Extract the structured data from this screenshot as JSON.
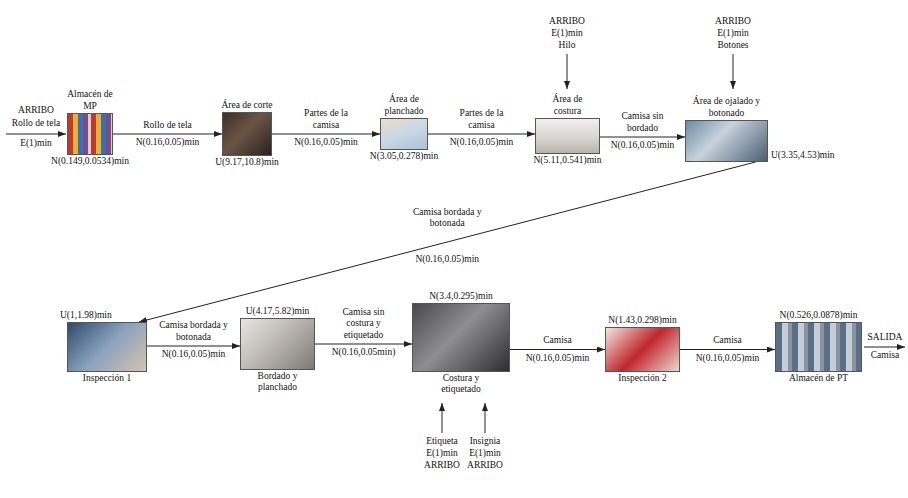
{
  "diagram": {
    "nodes": [
      {
        "text": [
          "Almacén de MP",
          "N(0.149,0.0534)min"
        ]
      },
      {
        "text": [
          "Área de corte",
          "U(9.17,10.8)min"
        ]
      },
      {
        "text": [
          "Área de planchado",
          "N(3.05,0.278)min"
        ]
      },
      {
        "text": [
          "Área de costura",
          "N(5.11,0.541)min"
        ]
      },
      {
        "text": [
          "Área de ojalado y botonado",
          "U(3.35,4.53)min"
        ]
      },
      {
        "text": [
          "U(1,1.98)min",
          "Inspección 1"
        ]
      },
      {
        "text": [
          "U(4.17,5.82)min",
          "Bordado y planchado"
        ]
      },
      {
        "text": [
          "N(3.4,0.295)min",
          "Costura y etiquetado"
        ]
      },
      {
        "text": [
          "N(1.43,0.298)min",
          "Inspección 2"
        ]
      },
      {
        "text": [
          "N(0.526,0.0878)min",
          "Almacén de PT"
        ]
      }
    ],
    "edges": [
      {
        "from": 0,
        "to": 1,
        "arrow": "to",
        "label": "Rollo de tela"
      },
      {
        "from": 1,
        "to": 2,
        "arrow": "to",
        "label": "Partes de la camisa"
      },
      {
        "from": 2,
        "to": 3,
        "arrow": "to",
        "label": "Partes de la camisa"
      },
      {
        "from": 3,
        "to": 4,
        "arrow": "to",
        "label": "Camisa sin bordado"
      },
      {
        "from": 4,
        "to": 5,
        "arrow": "to",
        "label": "Camisa bordada y botonada"
      },
      {
        "from": 5,
        "to": 6,
        "arrow": "to",
        "label": "Camisa bordada y botonada"
      },
      {
        "from": 6,
        "to": 7,
        "arrow": "to",
        "label": "Camisa sin costura y etiquetado"
      },
      {
        "from": 7,
        "to": 8,
        "arrow": "to",
        "label": "Camisa"
      },
      {
        "from": 8,
        "to": 9,
        "arrow": "to",
        "label": "Camisa"
      }
    ],
    "labels": [
      "ARRIBO",
      "Rollo de tela",
      "E(1)min",
      "ARRIBO",
      "E(1)min",
      "Hilo",
      "ARRIBO",
      "E(1)min",
      "Botones",
      "N(0.16,0.05)min",
      "N(0.16,0.05)min",
      "N(0.16,0.05)min",
      "N(0.16,0.05)min",
      "N(0.16,0.05)min",
      "N(0.16,0.05)min",
      "N(0.16,0.05min)",
      "N(0.16,0.05)min",
      "N(0.16,0.05)min",
      "Etiqueta",
      "E(1)min",
      "ARRIBO",
      "Insignia",
      "E(1)min",
      "ARRIBO",
      "SALIDA",
      "Camisa"
    ]
  }
}
